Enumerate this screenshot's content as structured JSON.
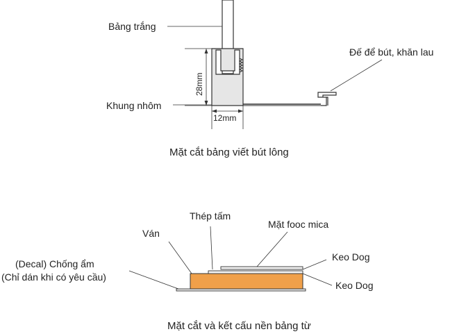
{
  "top": {
    "labels": {
      "whiteboard": "Bảng trắng",
      "aluminum_frame": "Khung nhôm",
      "pen_tray": "Đế để bút, khăn lau",
      "height_dim": "28mm",
      "width_dim": "12mm"
    },
    "caption": "Mặt cắt bảng viết bút lông"
  },
  "bottom": {
    "labels": {
      "board": "Ván",
      "steel_sheet": "Thép tấm",
      "formica": "Mặt fooc mica",
      "glue_top": "Keo Dog",
      "glue_bottom": "Keo Dog",
      "decal_line1": "(Decal) Chống ẩm",
      "decal_line2": "(Chỉ dán khi có yêu cầu)"
    },
    "caption": "Mặt cắt và kết cấu nền bảng từ"
  },
  "colors": {
    "wood": "#F0A04A",
    "frame_fill": "#E6E6E6",
    "line": "#333333"
  }
}
